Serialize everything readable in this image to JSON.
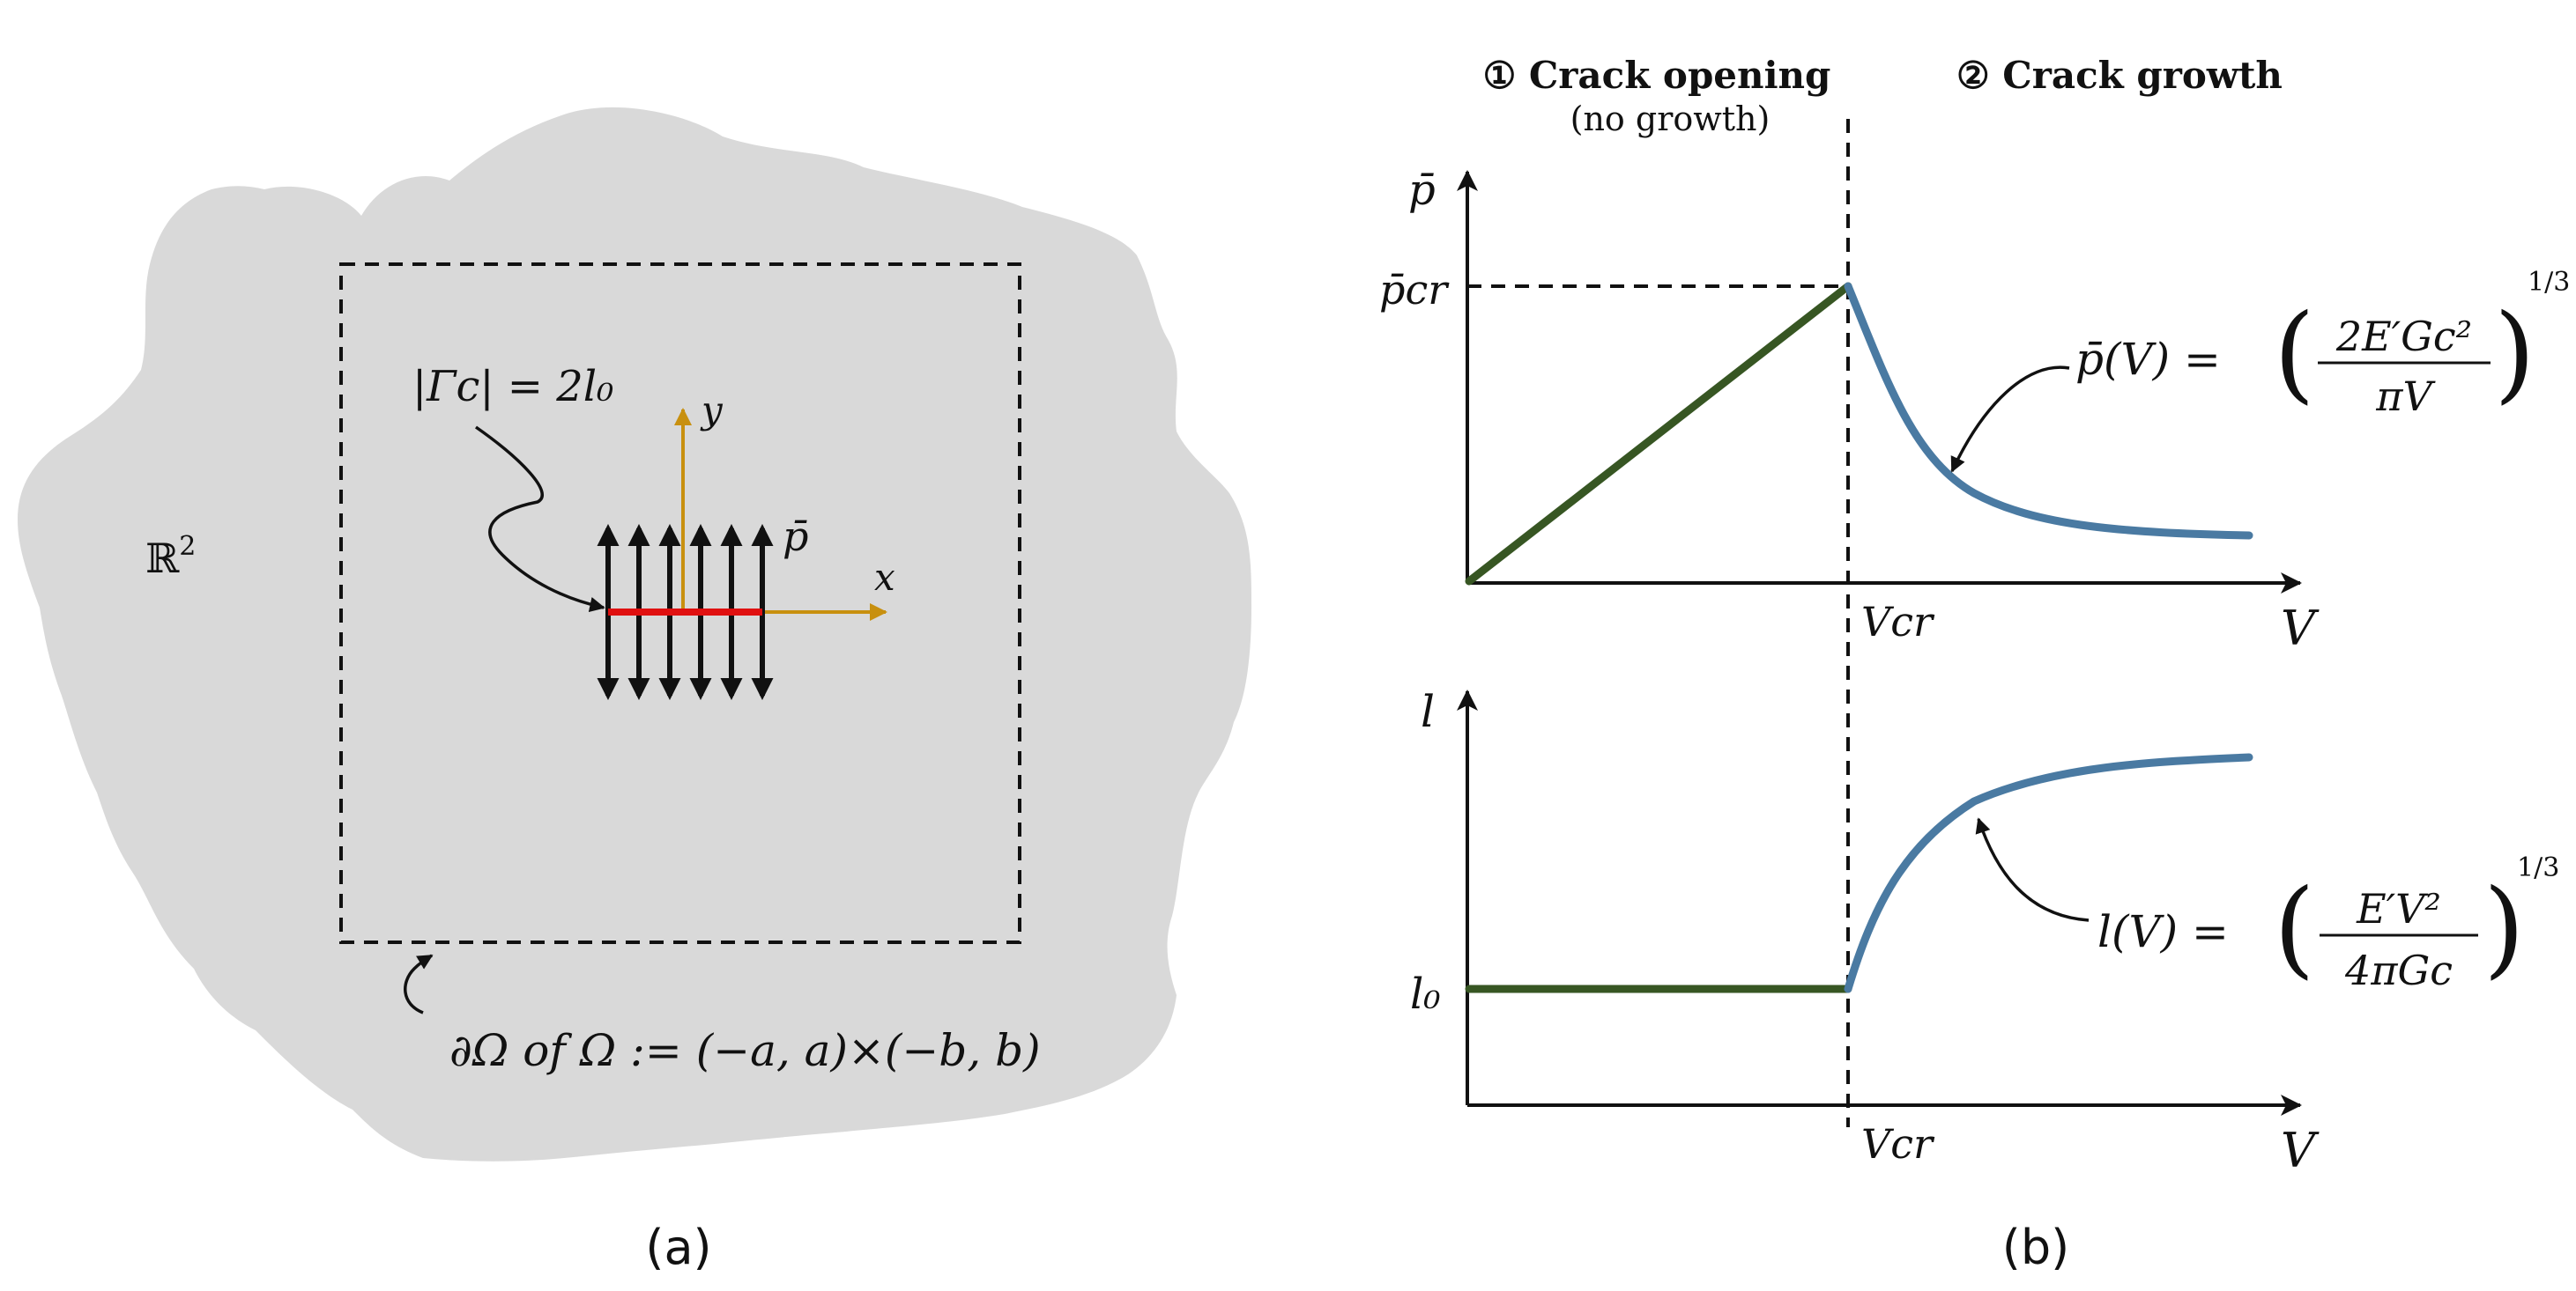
{
  "colors": {
    "domain": "#d9d9d9",
    "crack": "#e01010",
    "coord_axes": "#c8900f",
    "pressure_arrows": "#111111",
    "opening_curve": "#375623",
    "growth_curve": "#4a7aa2",
    "text": "#111111"
  },
  "panel_a": {
    "caption": "(a)",
    "domain_label_base": "ℝ",
    "domain_label_exp": "2",
    "crack_length_label": "|Γc| = 2l₀",
    "pressure_label": "p̄",
    "x_axis_label": "x",
    "y_axis_label": "y",
    "boundary_label": "∂Ω  of  Ω := (−a, a)×(−b, b)",
    "pressure_arrow_count": 6
  },
  "panel_b": {
    "caption": "(b)",
    "phase1_symbol": "①",
    "phase1_title": "Crack opening",
    "phase1_subtitle": "(no growth)",
    "phase2_symbol": "②",
    "phase2_title": "Crack growth",
    "top_plot": {
      "y_axis_label": "p̄",
      "x_axis_label": "V",
      "y_tick_label": "p̄cr",
      "x_tick_label": "Vcr",
      "formula_lhs": "p̄(V) =",
      "formula_num": "2E′Gc²",
      "formula_den": "πV",
      "formula_exp": "1/3"
    },
    "bottom_plot": {
      "y_axis_label": "l",
      "x_axis_label": "V",
      "y_tick_label": "l₀",
      "x_tick_label": "Vcr",
      "formula_lhs": "l(V) =",
      "formula_num": "E′V²",
      "formula_den": "4πGc",
      "formula_exp": "1/3"
    }
  }
}
